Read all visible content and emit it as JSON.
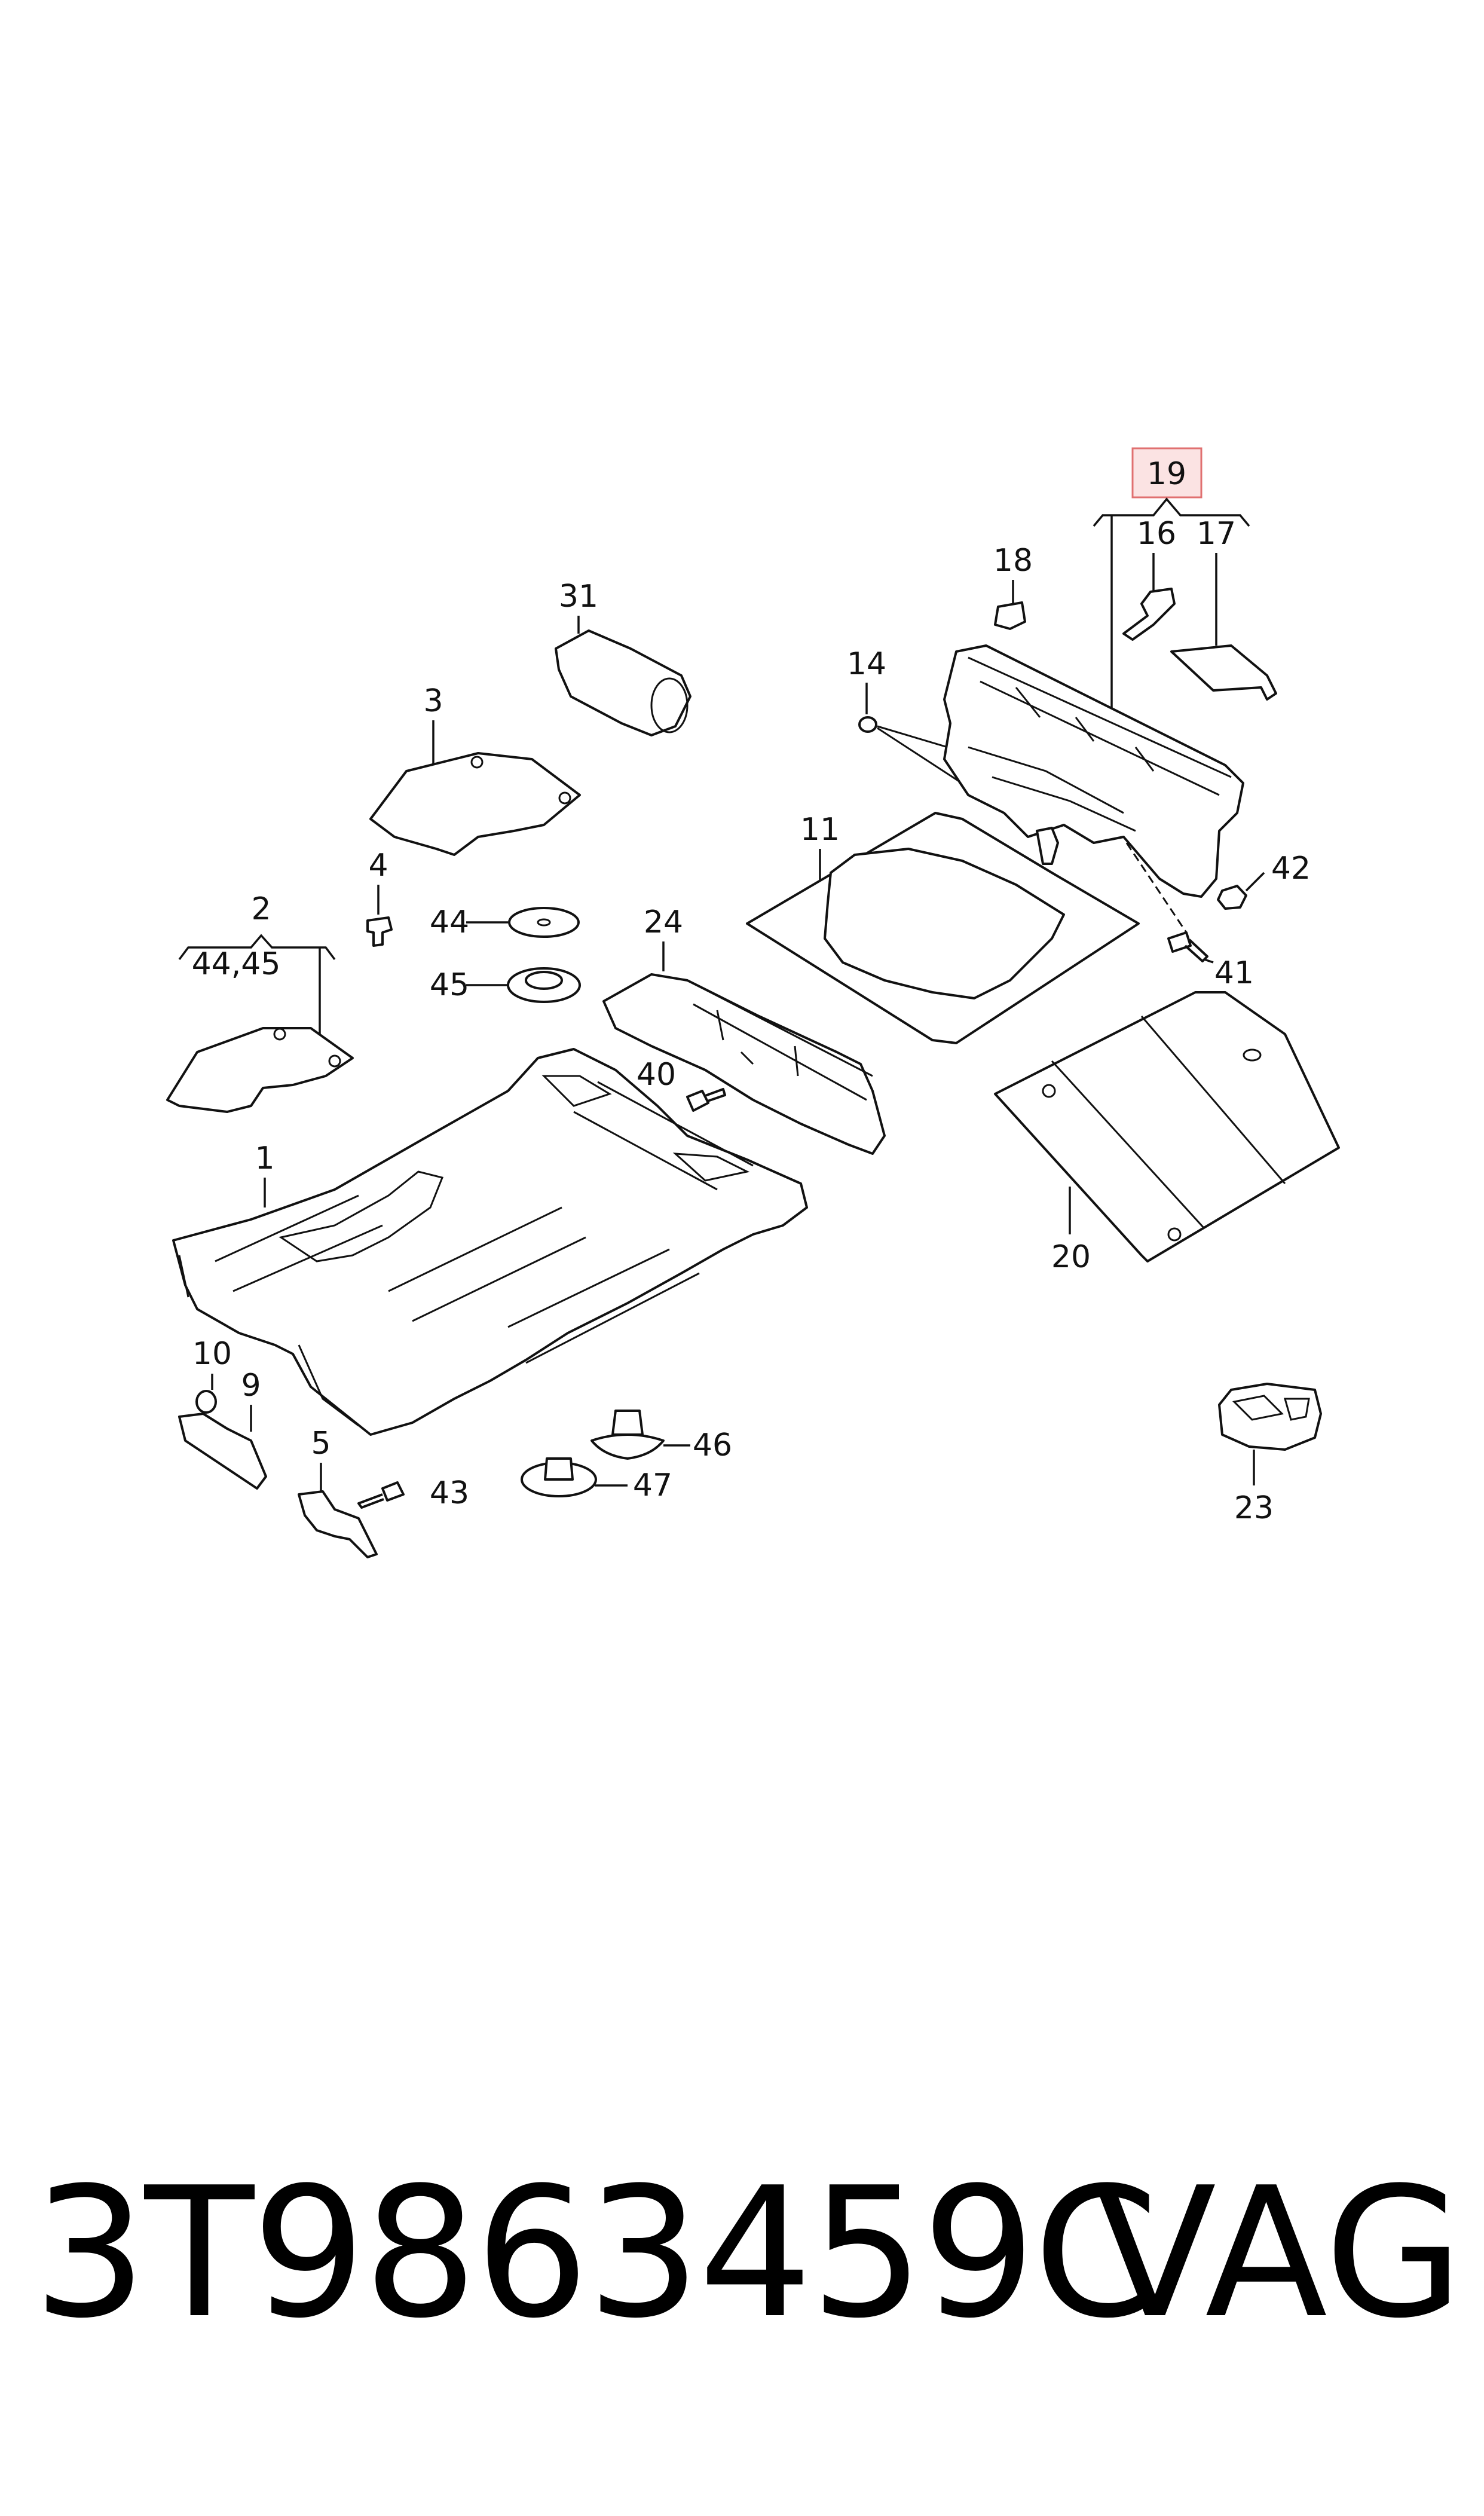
{
  "diagram": {
    "highlight_color": "#f4a6a6",
    "highlight_bg": "#fbe3e3",
    "callouts": {
      "c1": "1",
      "c2": "2",
      "c2sub": "44,45",
      "c3": "3",
      "c4": "4",
      "c5": "5",
      "c9": "9",
      "c10": "10",
      "c11": "11",
      "c14": "14",
      "c16": "16",
      "c17": "17",
      "c18": "18",
      "c19": "19",
      "c20": "20",
      "c23": "23",
      "c24": "24",
      "c31": "31",
      "c40": "40",
      "c41": "41",
      "c42": "42",
      "c43": "43",
      "c44": "44",
      "c45": "45",
      "c46": "46",
      "c47": "47"
    }
  },
  "footer": {
    "part_number": "3T9863459C",
    "brand": "VAG"
  }
}
